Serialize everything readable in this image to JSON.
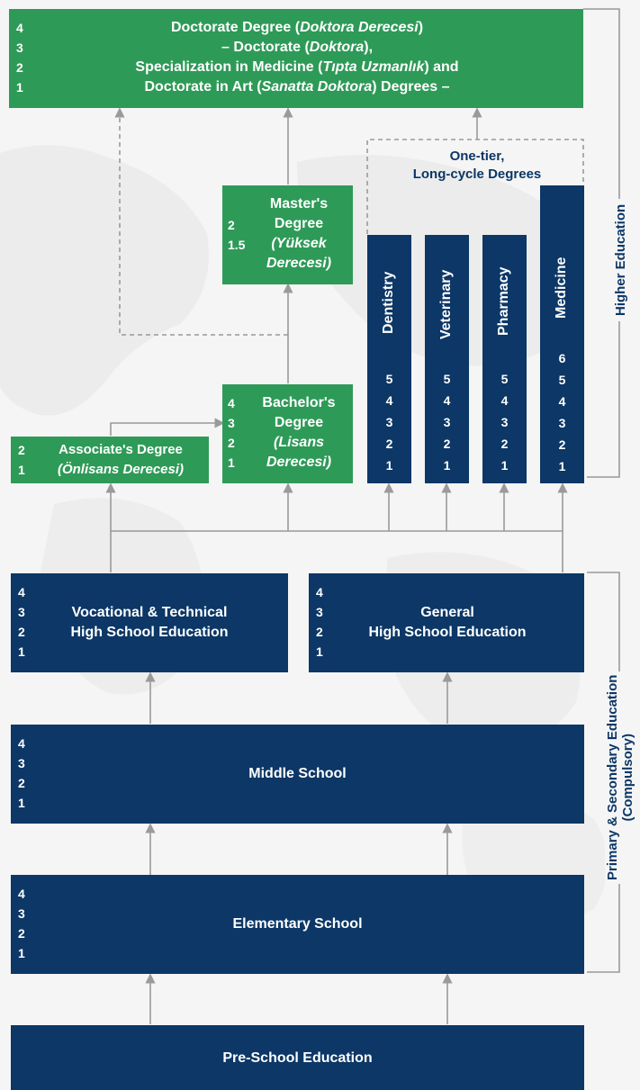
{
  "doctorate": {
    "years": [
      "4",
      "3",
      "2",
      "1"
    ],
    "line1_a": "Doctorate Degree (",
    "line1_i": "Doktora Derecesi",
    "line1_b": ")",
    "line2_a": "– Doctorate (",
    "line2_i": "Doktora",
    "line2_b": "),",
    "line3_a": "Specialization in Medicine (",
    "line3_i": "Tıpta Uzmanlık",
    "line3_b": ") and",
    "line4_a": "Doctorate in Art (",
    "line4_i": "Sanatta Doktora",
    "line4_b": ") Degrees –"
  },
  "masters": {
    "years": [
      "2",
      "1.5"
    ],
    "line1": "Master's",
    "line2": "Degree",
    "line3": "(Yüksek",
    "line4": "Derecesi)"
  },
  "bachelors": {
    "years": [
      "4",
      "3",
      "2",
      "1"
    ],
    "line1": "Bachelor's",
    "line2": "Degree",
    "line3": "(Lisans",
    "line4": "Derecesi)"
  },
  "associate": {
    "years": [
      "2",
      "1"
    ],
    "line1": "Associate's Degree",
    "line2": "(Önlisans Derecesi)"
  },
  "one_tier": {
    "line1": "One-tier,",
    "line2": "Long-cycle Degrees"
  },
  "long_cycle": [
    {
      "label": "Dentistry",
      "years": [
        "5",
        "4",
        "3",
        "2",
        "1"
      ]
    },
    {
      "label": "Veterinary",
      "years": [
        "5",
        "4",
        "3",
        "2",
        "1"
      ]
    },
    {
      "label": "Pharmacy",
      "years": [
        "5",
        "4",
        "3",
        "2",
        "1"
      ]
    },
    {
      "label": "Medicine",
      "years": [
        "6",
        "5",
        "4",
        "3",
        "2",
        "1"
      ]
    }
  ],
  "vocational": {
    "years": [
      "4",
      "3",
      "2",
      "1"
    ],
    "line1": "Vocational & Technical",
    "line2": "High School Education"
  },
  "general": {
    "years": [
      "4",
      "3",
      "2",
      "1"
    ],
    "line1": "General",
    "line2": "High School Education"
  },
  "middle": {
    "years": [
      "4",
      "3",
      "2",
      "1"
    ],
    "title": "Middle School"
  },
  "elementary": {
    "years": [
      "4",
      "3",
      "2",
      "1"
    ],
    "title": "Elementary School"
  },
  "preschool": {
    "title": "Pre-School Education"
  },
  "side_labels": {
    "higher": "Higher Education",
    "primary_line1": "Primary & Secondary Education",
    "primary_line2": "(Compulsory)"
  },
  "colors": {
    "green": "#2e9a57",
    "navy": "#0c3766",
    "connector": "#9a9a9a",
    "background": "#f5f5f5"
  }
}
